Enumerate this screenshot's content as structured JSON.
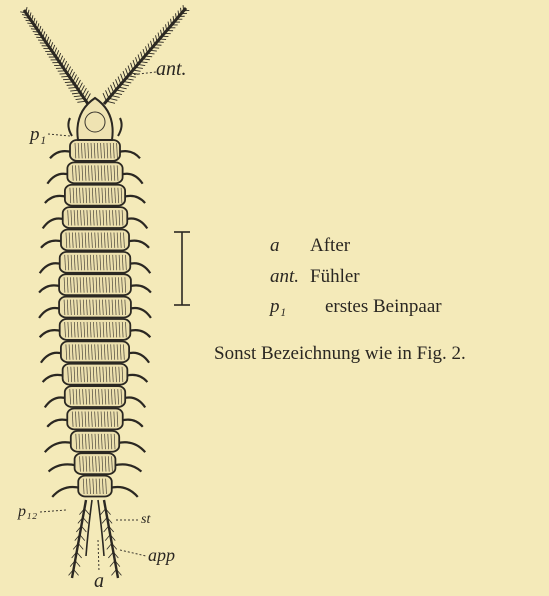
{
  "figure": {
    "callouts": {
      "ant": "ant.",
      "p1": "p₁",
      "p12": "p₁₂",
      "st": "st",
      "app": "app",
      "a": "a"
    },
    "body_segments": 16,
    "legend": [
      {
        "symbol": "a",
        "label": "After"
      },
      {
        "symbol": "ant.",
        "label": "Fühler"
      },
      {
        "symbol": "p₁",
        "label": "erstes Beinpaar"
      }
    ],
    "note": "Sonst Bezeichnung wie in Fig. 2."
  }
}
